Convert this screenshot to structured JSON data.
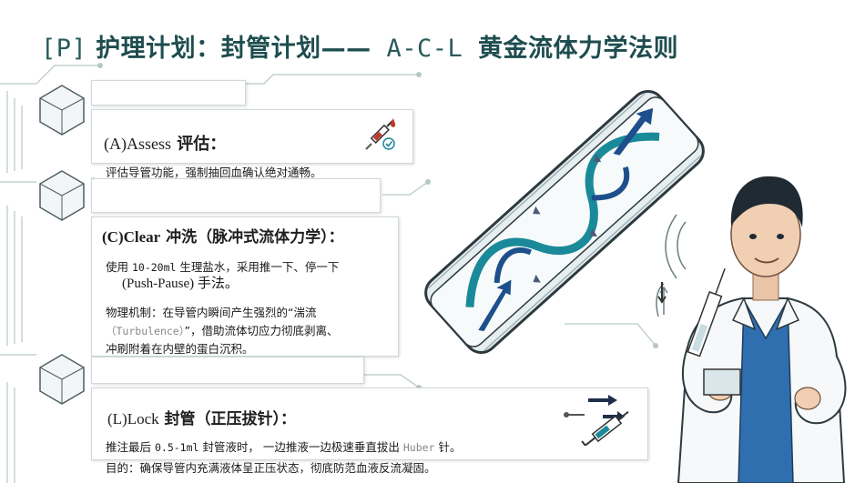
{
  "slide": {
    "title_prefix": "[P]",
    "title_main": " 护理计划：封管计划——",
    "title_acl": " A-C-L ",
    "title_suffix": " 黄金流体力学法则"
  },
  "assess": {
    "header_latin": "(A)Assess",
    "header_cn": " 评估：",
    "body": "评估导管功能，强制抽回血确认绝对通畅。"
  },
  "clear": {
    "header_latin": "(C)Clear",
    "header_cn": "  冲洗（脉冲式流体力学）：",
    "line1_a": "使用 ",
    "line1_mono": "10-20ml",
    "line1_b": "  生理盐水，采用推一下、停一下",
    "line2": "(Push-Pause) 手法。",
    "mech_a": "物理机制：在导管内瞬间产生强烈的“湍流",
    "mech_mono": "（Turbulence）",
    "mech_b": "”，借助流体切应力彻底剥离、",
    "mech_c": "冲刷附着在内壁的蛋白沉积。"
  },
  "lock": {
    "header_latin": "(L)Lock",
    "header_cn": "   封管（正压拔针）：",
    "line1_a": "推注最后 ",
    "line1_mono": "0.5-1ml",
    "line1_b": "  封管液时，  一边推液一边极速垂直拔出 ",
    "line1_mono2": "Huber",
    "line1_c": "  针。",
    "line2": "目的：确保导管内充满液体呈正压状态，彻底防范血液反流凝固。"
  },
  "colors": {
    "teal": "#1a8a9a",
    "navy": "#1d4f8c",
    "red": "#c0392b",
    "title": "#1e4d4f"
  },
  "icons": [
    "syringe-blood-icon",
    "syringe-arrow-icon",
    "hexagon-node-icon",
    "catheter-tube-illustration",
    "doctor-illustration"
  ]
}
